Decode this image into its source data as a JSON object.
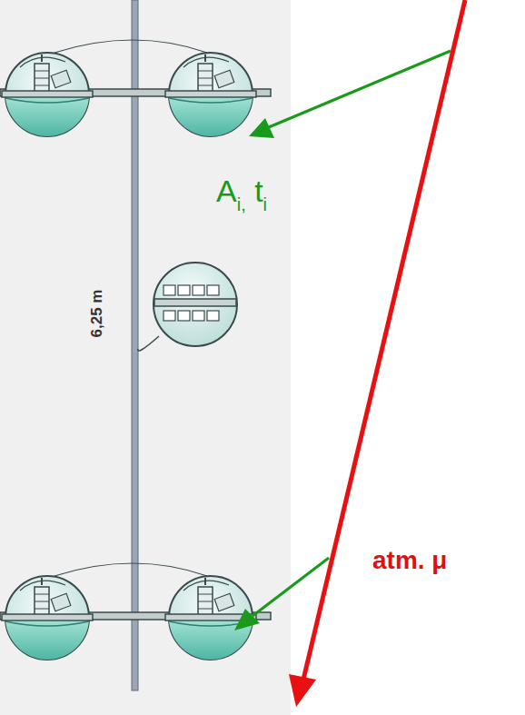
{
  "diagram": {
    "labels": [
      "A",
      "i,",
      "t",
      "i",
      "6,25 m",
      "atm. μ"
    ]
  }
}
